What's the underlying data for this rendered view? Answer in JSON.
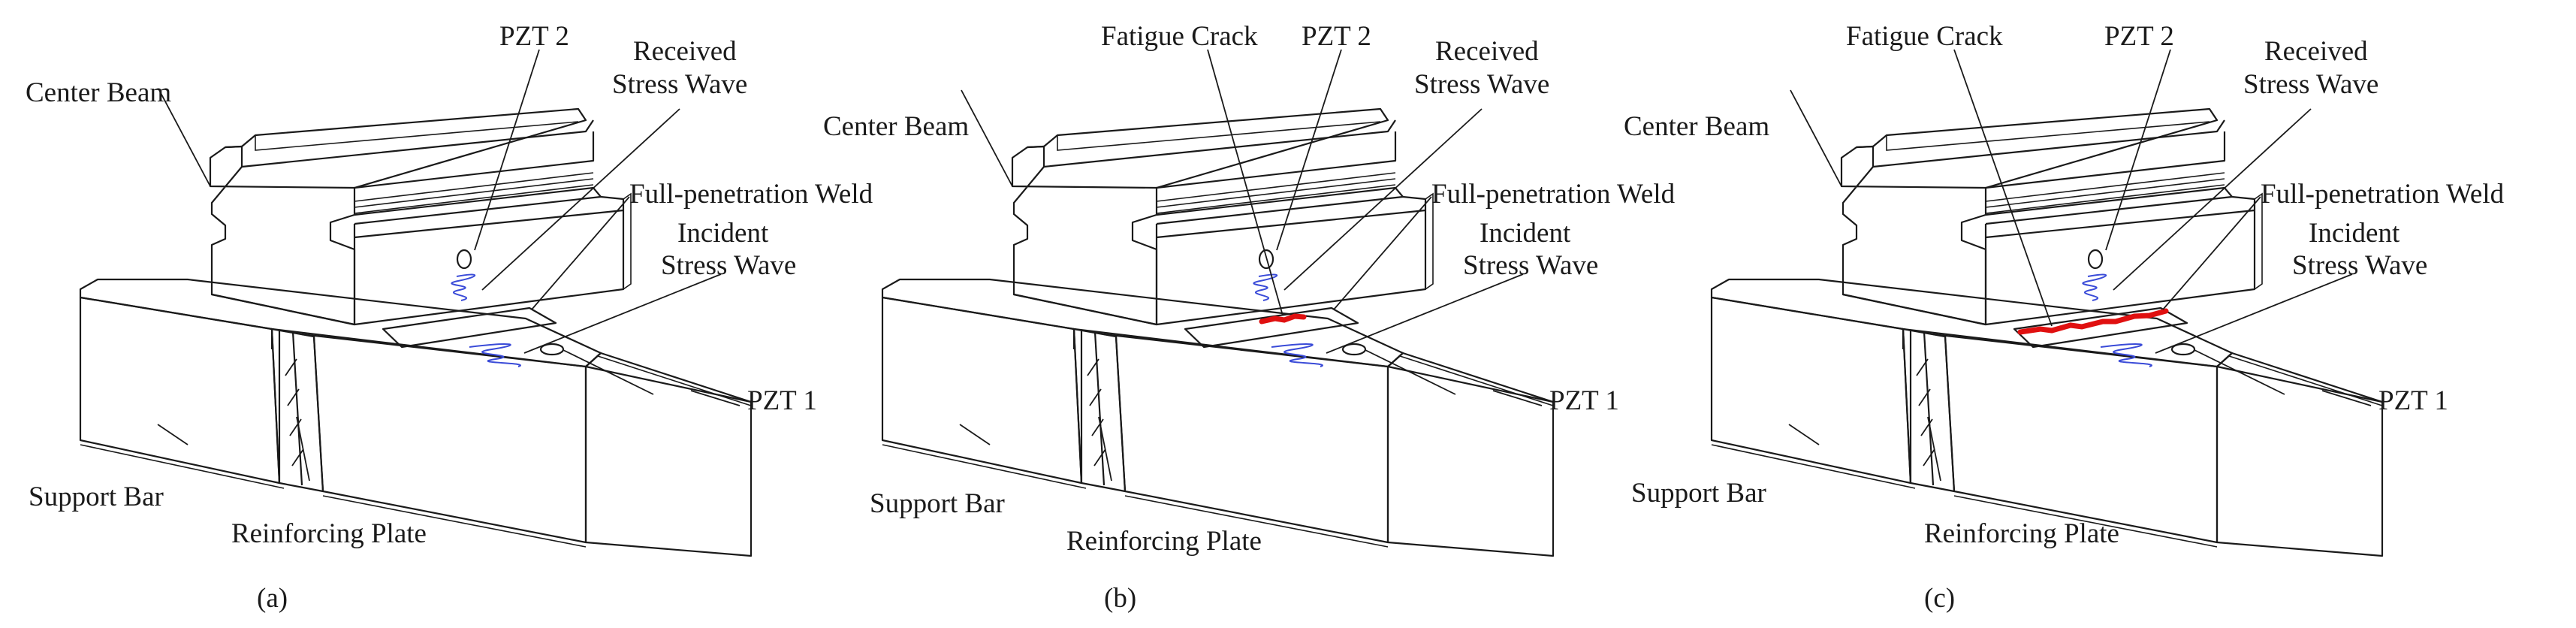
{
  "labels": {
    "pzt2": "PZT 2",
    "received": [
      "Received",
      "Stress Wave"
    ],
    "center_beam": "Center Beam",
    "weld": "Full-penetration Weld",
    "incident": [
      "Incident",
      "Stress Wave"
    ],
    "pzt1": "PZT 1",
    "support_bar": "Support Bar",
    "reinforcing_plate": "Reinforcing Plate",
    "fatigue_crack": "Fatigue Crack"
  },
  "panels": [
    {
      "caption": "(a)",
      "crack_level": 0
    },
    {
      "caption": "(b)",
      "crack_level": 0.35
    },
    {
      "caption": "(c)",
      "crack_level": 1.0
    }
  ],
  "colors": {
    "line": "#1a1a1a",
    "wave": "#3a4bd8",
    "crack": "#e01010"
  }
}
